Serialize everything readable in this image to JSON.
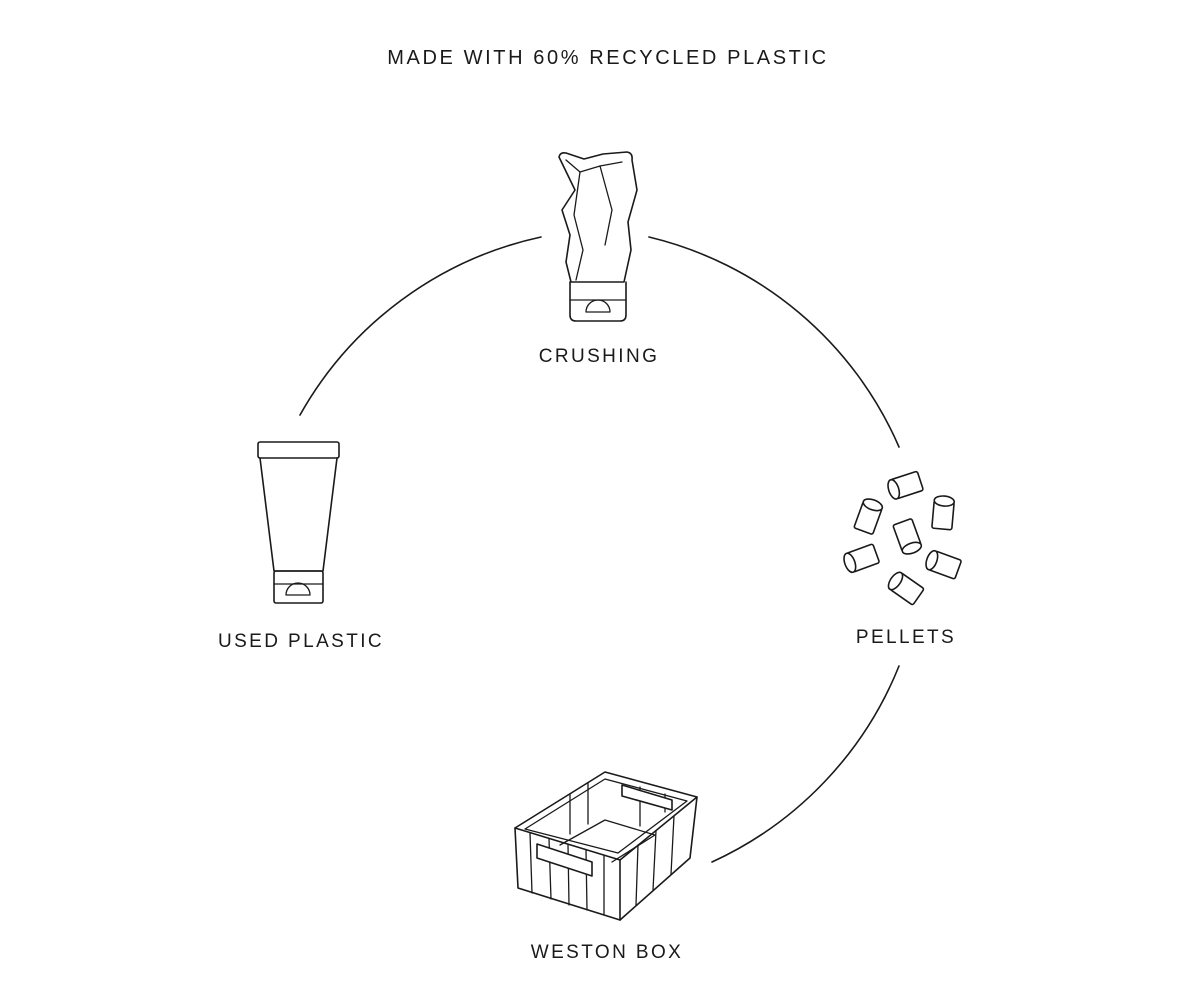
{
  "title": "MADE WITH 60% RECYCLED PLASTIC",
  "stages": {
    "crushing": {
      "label": "CRUSHING",
      "icon": "crushed-tube-icon"
    },
    "pellets": {
      "label": "PELLETS",
      "icon": "plastic-pellets-icon"
    },
    "weston_box": {
      "label": "WESTON BOX",
      "icon": "storage-basket-icon"
    },
    "used_plastic": {
      "label": "USED PLASTIC",
      "icon": "plastic-tube-icon"
    }
  },
  "colors": {
    "line": "#1a1a1a",
    "background": "#ffffff"
  }
}
